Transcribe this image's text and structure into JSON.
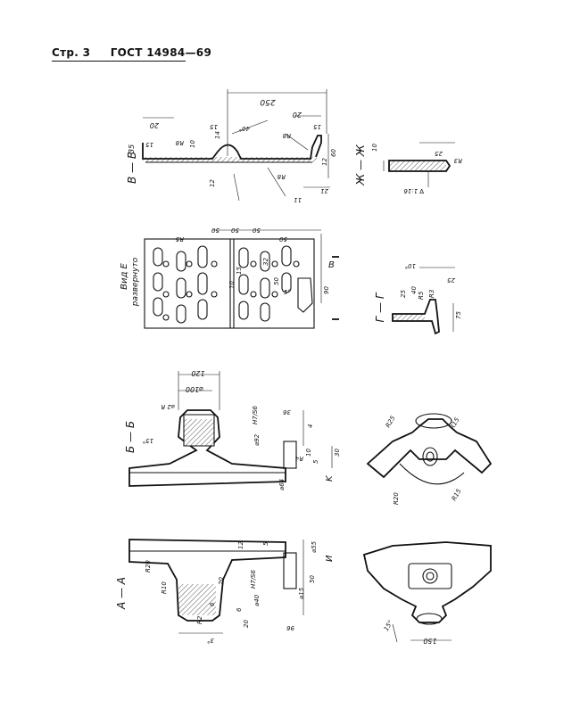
{
  "header": {
    "page": "Стр. 3",
    "standard": "ГОСТ 14984—69"
  },
  "sections": {
    "v_v": {
      "title": "В — В",
      "dims": [
        "250",
        "20",
        "20",
        "35",
        "15",
        "R8",
        "R8",
        "10",
        "14",
        "15",
        "40°",
        "12",
        "15",
        "60",
        "21",
        "R8",
        "12",
        "11"
      ]
    },
    "zh_zh": {
      "title": "Ж — Ж",
      "dims": [
        "10",
        "25",
        "R3",
        "∇ 1:16"
      ]
    },
    "vid_e": {
      "title": "Вид Е",
      "subtitle": "развернуто",
      "section_mark": "В",
      "dims": [
        "R5",
        "50",
        "50",
        "50",
        "50",
        "15",
        "32",
        "50",
        "5°",
        "90",
        "10"
      ]
    },
    "g_g": {
      "title": "Г — Г",
      "dims": [
        "10°",
        "25",
        "25",
        "40",
        "R5",
        "R3",
        "75"
      ]
    },
    "b_b": {
      "title": "Б — Б",
      "dims": [
        "120",
        "⌀100",
        "⌀2 R",
        "15°",
        "H7/S6",
        "⌀92",
        "36",
        "4",
        "R4",
        "⌀64",
        "10",
        "5",
        "30",
        "K"
      ]
    },
    "top_view": {
      "dims": [
        "R25",
        "R15",
        "R20",
        "R15"
      ]
    },
    "a_a": {
      "title": "А — А",
      "dims": [
        "R20",
        "R10",
        "12",
        "⌀55",
        "5",
        "20",
        "H7/S6",
        "⌀40",
        "50",
        "⌀15",
        "6",
        "R2",
        "3°",
        "20",
        "6",
        "96",
        "И"
      ]
    },
    "bottom_view": {
      "dims": [
        "15°",
        "150"
      ]
    }
  }
}
